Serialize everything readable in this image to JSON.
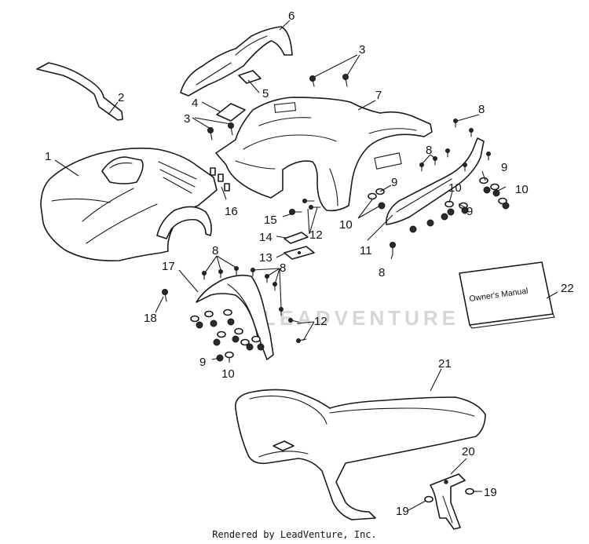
{
  "diagram": {
    "callouts": {
      "c1": "1",
      "c2": "2",
      "c3a": "3",
      "c3b": "3",
      "c4": "4",
      "c5": "5",
      "c6": "6",
      "c7": "7",
      "c8a": "8",
      "c8b": "8",
      "c8c": "8",
      "c8d": "8",
      "c8e": "8",
      "c9a": "9",
      "c9b": "9",
      "c9c": "9",
      "c9d": "9",
      "c10a": "10",
      "c10b": "10",
      "c10c": "10",
      "c10d": "10",
      "c11": "11",
      "c12a": "12",
      "c12b": "12",
      "c13": "13",
      "c14": "14",
      "c15": "15",
      "c16": "16",
      "c17": "17",
      "c18": "18",
      "c19a": "19",
      "c19b": "19",
      "c20": "20",
      "c21": "21",
      "c22": "22"
    },
    "manual_label": "Owner's Manual",
    "watermark": "LEADVENTURE"
  },
  "footer": {
    "credit": "Rendered by LeadVenture, Inc."
  }
}
